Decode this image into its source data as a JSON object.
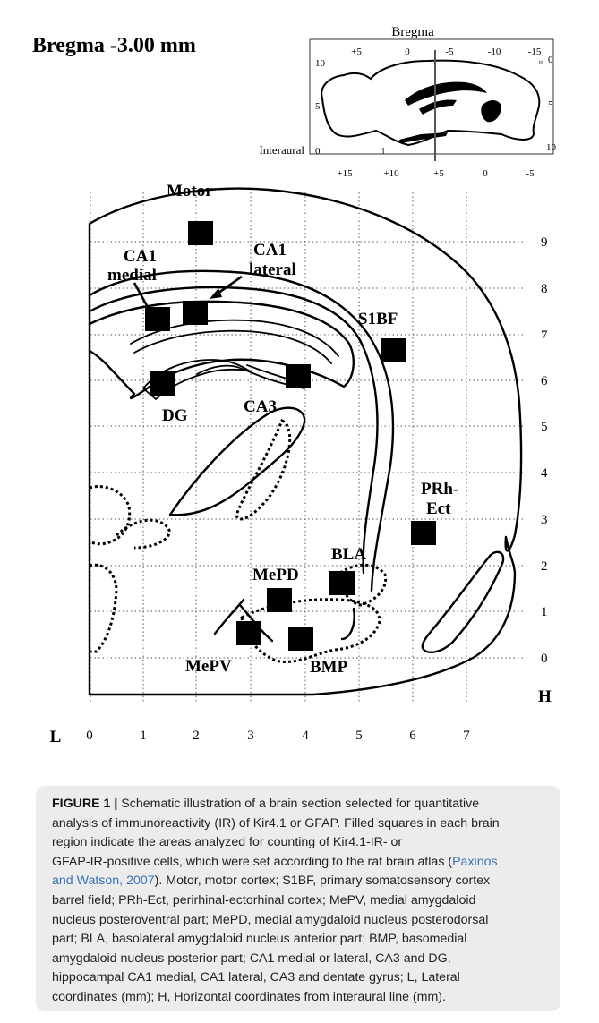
{
  "title": "Bregma -3.00 mm",
  "inset": {
    "title": "Bregma",
    "top_ticks": [
      "+5",
      "0",
      "-5",
      "-10",
      "-15"
    ],
    "left_ticks": [
      "10",
      "5",
      "0"
    ],
    "right_ticks": [
      "0",
      "5",
      "10"
    ],
    "bottom_ticks": [
      "+15",
      "+10",
      "+5",
      "0",
      "-5"
    ],
    "side_label": "Interaural",
    "tiny_marks": [
      "u",
      "ıl"
    ]
  },
  "grid": {
    "h_ticks": [
      "9",
      "8",
      "7",
      "6",
      "5",
      "4",
      "3",
      "2",
      "1",
      "0"
    ],
    "h_axis_label": "H",
    "l_ticks": [
      "0",
      "1",
      "2",
      "3",
      "4",
      "5",
      "6",
      "7"
    ],
    "l_axis_label": "L"
  },
  "regions": {
    "motor": "Motor",
    "ca1_medial_1": "CA1",
    "ca1_medial_2": "medial",
    "ca1_lateral_1": "CA1",
    "ca1_lateral_2": "lateral",
    "s1bf": "S1BF",
    "dg": "DG",
    "ca3": "CA3",
    "prh_1": "PRh-",
    "prh_2": "Ect",
    "mepd": "MePD",
    "bla": "BLA",
    "mepv": "MePV",
    "bmp": "BMP"
  },
  "caption": {
    "label": "FIGURE 1 |",
    "lines": [
      " Schematic illustration of a brain section selected for quantitative",
      "analysis of immunoreactivity (IR) of Kir4.1 or GFAP. Filled squares in each brain",
      "region indicate the areas analyzed for counting of Kir4.1-IR- or",
      "GFAP-IR-positive cells, which were set according to the rat brain atlas (",
      "and Watson, 2007",
      "). Motor, motor cortex; S1BF, primary somatosensory cortex",
      "barrel field; PRh-Ect, perirhinal-ectorhinal cortex; MePV, medial amygdaloid",
      "nucleus posteroventral part; MePD, medial amygdaloid nucleus posterodorsal",
      "part; BLA, basolateral amygdaloid nucleus anterior part; BMP, basomedial",
      "amygdaloid nucleus posterior part; CA1 medial or lateral, CA3 and DG,",
      "hippocampal CA1 medial, CA1 lateral, CA3 and dentate gyrus; L, Lateral",
      "coordinates (mm); H, Horizontal coordinates from interaural line (mm)."
    ],
    "ref_part1": "Paxinos"
  }
}
